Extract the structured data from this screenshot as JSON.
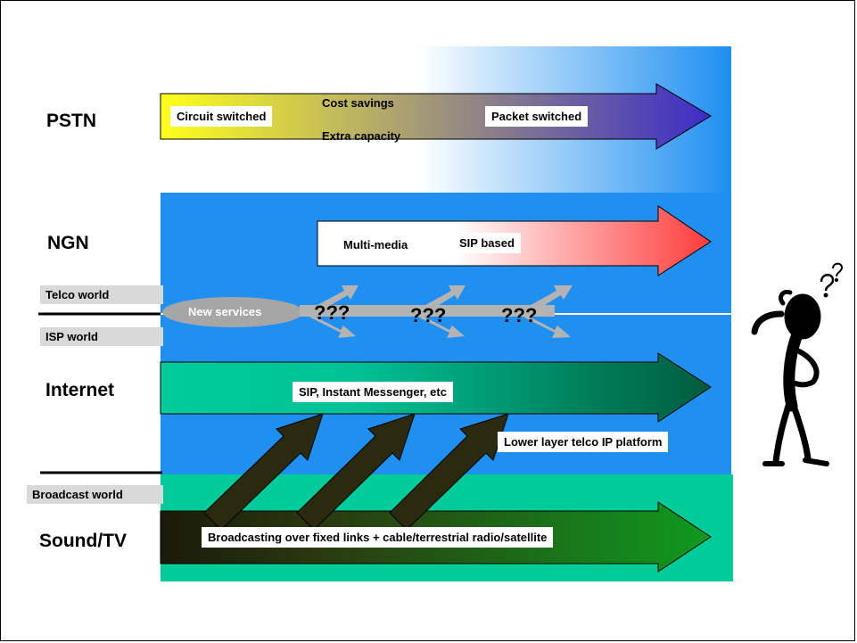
{
  "rows": {
    "pstn": "PSTN",
    "ngn": "NGN",
    "internet": "Internet",
    "sound_tv": "Sound/TV"
  },
  "worlds": {
    "telco": "Telco world",
    "isp": "ISP world",
    "broadcast": "Broadcast world"
  },
  "pstn_arrow": {
    "left_box": "Circuit switched",
    "middle_top": "Cost savings",
    "middle_bottom": "Extra capacity",
    "right_box": "Packet switched"
  },
  "ngn_arrow": {
    "left": "Multi-media",
    "right": "SIP based"
  },
  "new_services": "New services",
  "question_marks": [
    "???",
    "???",
    "???"
  ],
  "internet_arrow": {
    "label": "SIP, Instant  Messenger, etc"
  },
  "lower_layer": "Lower layer telco IP platform",
  "broadcast_arrow": {
    "label": "Broadcasting over fixed links + cable/terrestrial radio/satellite"
  },
  "figure_marks": "?",
  "colors": {
    "panel_blue": "#1f8ff0",
    "panel_teal": "#00cc99",
    "ellipse_gray": "#a6a6a6",
    "arrow_gray": "#b3b3b3"
  }
}
